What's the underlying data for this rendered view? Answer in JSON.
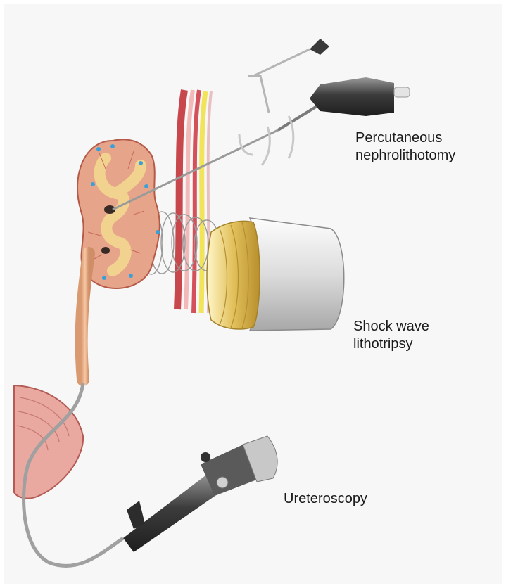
{
  "labels": {
    "pcnl_line1": "Percutaneous",
    "pcnl_line2": "nephrolithotomy",
    "swl_line1": "Shock wave",
    "swl_line2": "lithotripsy",
    "ureteroscopy": "Ureteroscopy"
  },
  "colors": {
    "background": "#f7f7f7",
    "kidney_cortex": "#e6a58a",
    "kidney_pelvis": "#f2d28f",
    "tissue_red": "#c8474c",
    "fat_yellow": "#f1e35a",
    "lithotripter_gold": "#e2c05a",
    "lithotripter_gray": "#d8d8d8",
    "instrument_dark": "#4a4a4a",
    "calyx_marker": "#3aa0d8",
    "stone": "#3a2a26"
  }
}
